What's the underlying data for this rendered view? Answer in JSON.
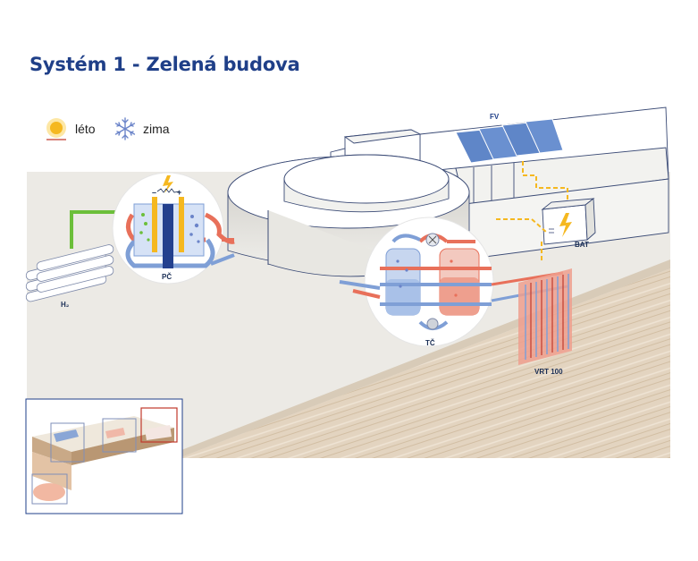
{
  "title": "Systém 1 - Zelená budova",
  "legend": {
    "summer": {
      "label": "léto",
      "icon": "sun-icon",
      "color": "#f5b820"
    },
    "winter": {
      "label": "zima",
      "icon": "snowflake-icon",
      "color": "#6b84c9"
    }
  },
  "labels": {
    "pv": "FV",
    "battery": "BAT",
    "fuel_cell": "PČ",
    "hydrogen": "H₂",
    "heat_pump": "TČ",
    "borehole": "VRT 100"
  },
  "colors": {
    "title": "#1f3f88",
    "hot": "#e8705a",
    "cold": "#7f9fd6",
    "green_pipe": "#6cbf3a",
    "ground": "#d9c6ae",
    "accent_yellow": "#f5b820"
  }
}
